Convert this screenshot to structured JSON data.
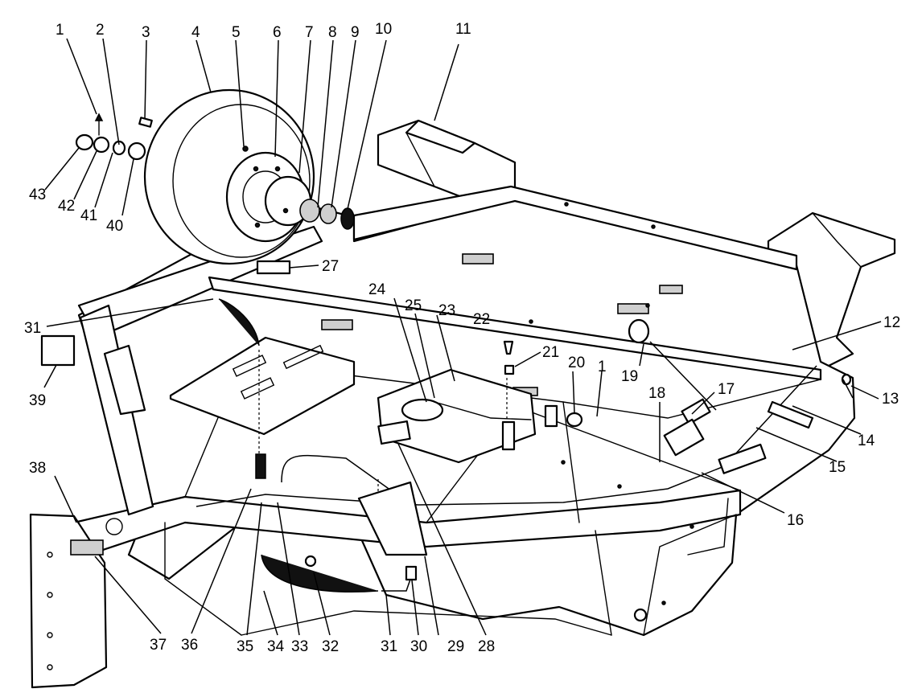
{
  "colors": {
    "line": "#000000",
    "background": "#ffffff",
    "shade": "#cfcfcf",
    "hose": "#111111"
  },
  "callouts": {
    "c1": "1",
    "c2": "2",
    "c3": "3",
    "c4": "4",
    "c5": "5",
    "c6": "6",
    "c7": "7",
    "c8": "8",
    "c9": "9",
    "c10": "10",
    "c11": "11",
    "c12": "12",
    "c13": "13",
    "c14": "14",
    "c15": "15",
    "c16": "16",
    "c17": "17",
    "c18": "18",
    "c19": "19",
    "c20": "20",
    "c21": "21",
    "c22": "22",
    "c23": "23",
    "c24": "24",
    "c25": "25",
    "c27": "27",
    "c28": "28",
    "c29": "29",
    "c30": "30",
    "c31": "31",
    "c32": "32",
    "c33": "33",
    "c34": "34",
    "c35": "35",
    "c36": "36",
    "c37": "37",
    "c38": "38",
    "c39": "39",
    "c40": "40",
    "c41": "41",
    "c42": "42",
    "c43": "43"
  }
}
